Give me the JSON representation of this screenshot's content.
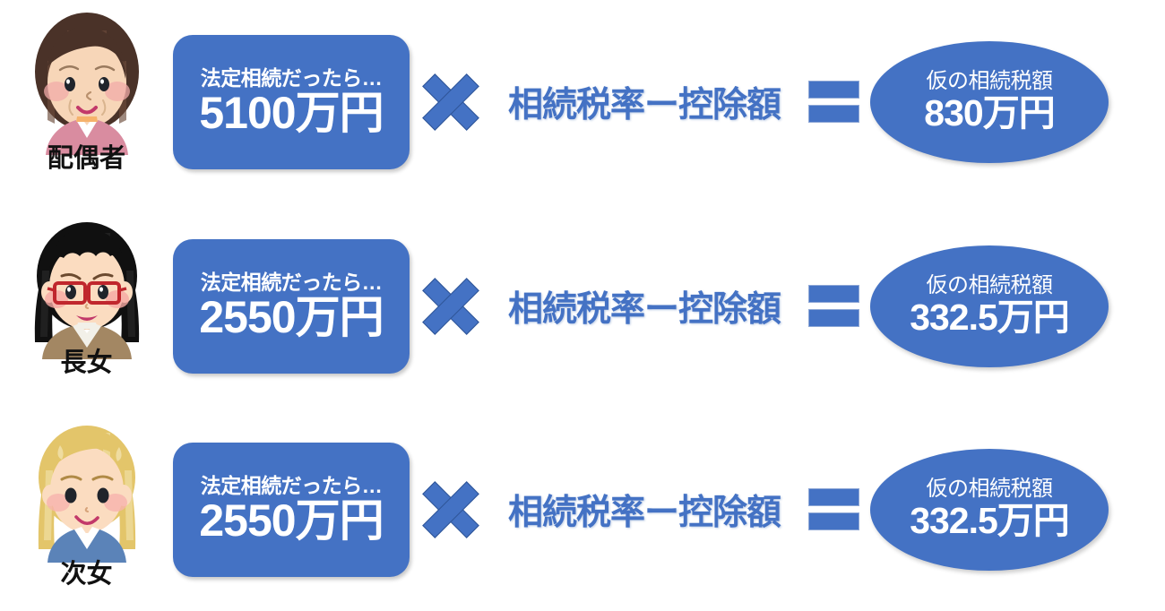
{
  "diagram": {
    "title_text_present": false,
    "colors": {
      "accent_blue": "#4472C4",
      "accent_blue_dark": "#2F5597",
      "text_white": "#FFFFFF",
      "text_black": "#111111"
    },
    "operators": {
      "multiply_icon": "multiply-cross-icon",
      "equals_icon": "equals-sign-icon"
    },
    "formula_label": "相続税率ー控除額",
    "box_caption": "法定相続だったら…",
    "result_caption": "仮の相続税額",
    "rows": [
      {
        "person_label": "配偶者",
        "avatar_name": "elderly-woman-avatar",
        "avatar_colors": {
          "hair": "#4A3228",
          "hair_light": "#6B4B3A",
          "skin": "#F7D6B8",
          "cheek": "#F2ABA8",
          "clothes": "#D98CA0",
          "collar": "#FFFFFF",
          "inner": "#F6B26B"
        },
        "legal_share_caption": "法定相続だったら…",
        "legal_share_amount": "5100万円",
        "operator_1": "×",
        "formula": "相続税率ー控除額",
        "operator_2": "=",
        "result_caption": "仮の相続税額",
        "result_amount": "830万円"
      },
      {
        "person_label": "長女",
        "avatar_name": "woman-with-glasses-avatar",
        "avatar_colors": {
          "hair": "#101010",
          "hair_light": "#2B2B2B",
          "skin": "#FBDCC0",
          "cheek": "#F6A9A2",
          "clothes": "#A38763",
          "collar": "#F2F0E8",
          "glasses": "#C0272D"
        },
        "legal_share_caption": "法定相続だったら…",
        "legal_share_amount": "2550万円",
        "operator_1": "×",
        "formula": "相続税率ー控除額",
        "operator_2": "=",
        "result_caption": "仮の相続税額",
        "result_amount": "332.5万円"
      },
      {
        "person_label": "次女",
        "avatar_name": "blonde-woman-avatar",
        "avatar_colors": {
          "hair": "#E3C56A",
          "hair_light": "#EFDCA0",
          "skin": "#FBDCC0",
          "cheek": "#F8B3AD",
          "clothes": "#5B83B8",
          "collar": "#FFFFFF"
        },
        "legal_share_caption": "法定相続だったら…",
        "legal_share_amount": "2550万円",
        "operator_1": "×",
        "formula": "相続税率ー控除額",
        "operator_2": "=",
        "result_caption": "仮の相続税額",
        "result_amount": "332.5万円"
      }
    ]
  }
}
